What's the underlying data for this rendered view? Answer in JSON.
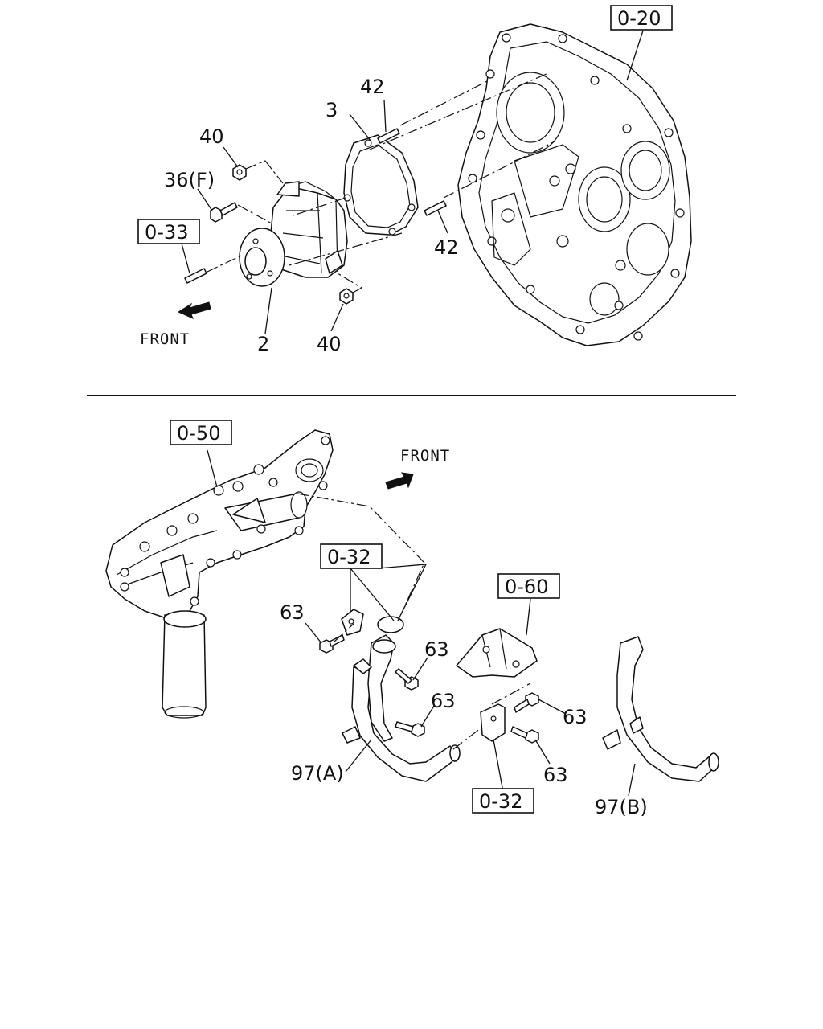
{
  "top_diagram": {
    "refs": {
      "crankcase_front_ref": "0-20",
      "pump_stud_ref": "0-33"
    },
    "callouts": {
      "gasket": "3",
      "stud_upper": "42",
      "stud_lower": "42",
      "nut_upper": "40",
      "nut_lower": "40",
      "bolt": "36(F)",
      "water_pump": "2"
    },
    "front_label": "FRONT"
  },
  "bottom_diagram": {
    "refs": {
      "manifold_ref": "0-50",
      "pipe_ref_upper": "0-32",
      "bracket_ref": "0-60",
      "pipe_ref_lower": "0-32"
    },
    "callouts": {
      "bolt_a": "63",
      "bolt_b": "63",
      "bolt_c": "63",
      "bolt_d": "63",
      "bolt_e": "63",
      "pipe_a": "97(A)",
      "pipe_b": "97(B)"
    },
    "front_label": "FRONT"
  }
}
